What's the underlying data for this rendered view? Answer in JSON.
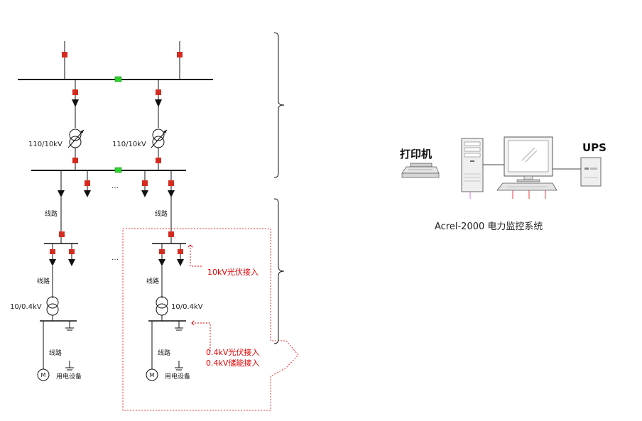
{
  "transformer_labels": {
    "t1": "110/10kV",
    "t2": "110/10kV",
    "t3": "10/0.4kV",
    "t4": "10/0.4kV"
  },
  "feeder_labels": {
    "f1": "线路",
    "f2": "线路",
    "f3": "线路",
    "f4": "线路",
    "f5": "线路",
    "f6": "线路"
  },
  "load_labels": {
    "l1": "用电设备",
    "l2": "用电设备"
  },
  "motor_symbol": "M",
  "ellipsis": "…",
  "pv_10kv": "10kV光伏接入",
  "pv_04kv": "0.4kV光伏接入",
  "storage_04kv": "0.4kV储能接入",
  "printer_label": "打印机",
  "ups_label": "UPS",
  "system_name": "Acrel-2000 电力监控系统",
  "colors": {
    "line": "#111111",
    "breaker": "#d42b1e",
    "tie_breaker": "#2bd42b",
    "annotation": "#e60000"
  }
}
